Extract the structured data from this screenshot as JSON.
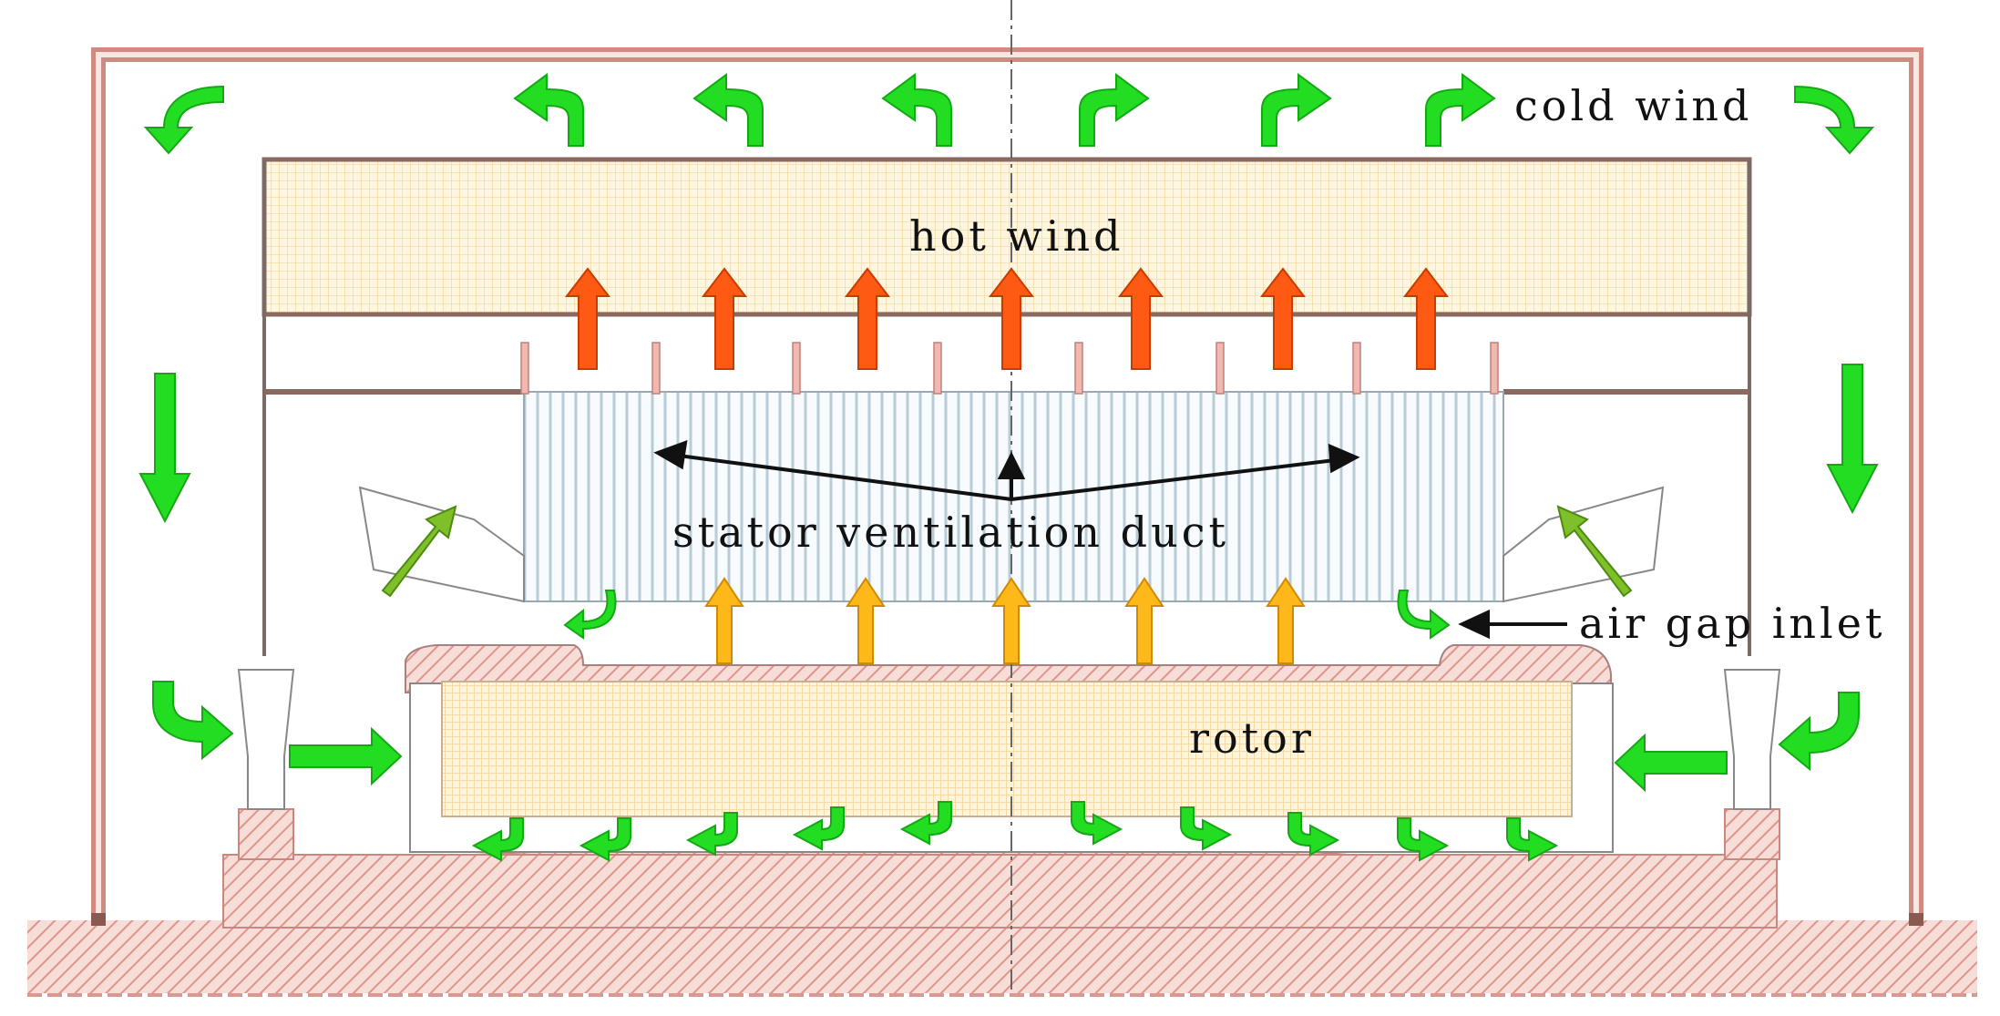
{
  "labels": {
    "cold_wind": "cold wind",
    "hot_wind": "hot wind",
    "stator_duct": "stator ventilation duct",
    "air_gap_inlet": "air gap inlet",
    "rotor": "rotor"
  },
  "colors": {
    "cold_flow": "#22dd22",
    "hot_flow": "#ff5a14",
    "radial_flow": "#ffb81a",
    "fan_flow": "#7fbf2a",
    "structure_hatch": "#e8a49a",
    "housing": "#d08a80",
    "hot_zone_fill": "#fff3d6",
    "rotor_fill": "#fff2d2",
    "stator_stripes": "#b8ccd8"
  }
}
